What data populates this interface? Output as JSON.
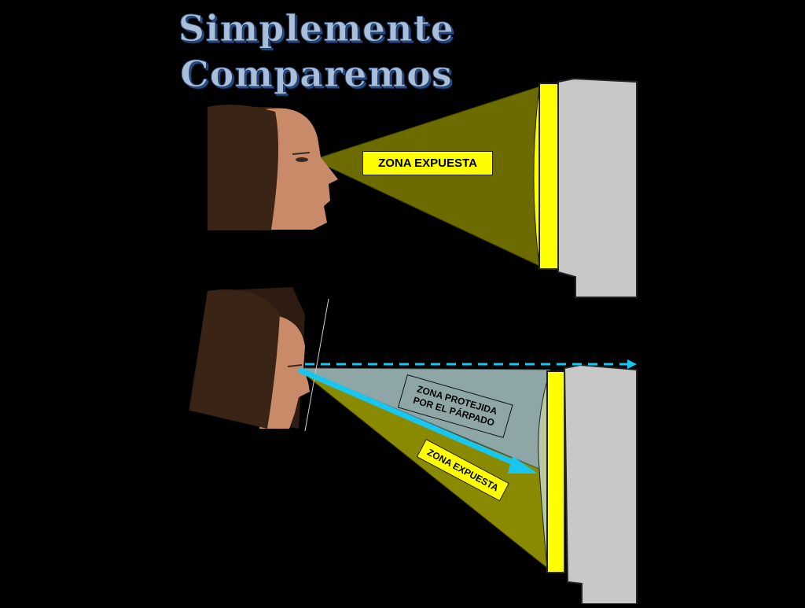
{
  "title": {
    "line1": "Simplemente",
    "line2": "Comparemos"
  },
  "labels": {
    "top_exposed": "ZONA EXPUESTA",
    "protected_zone": "ZONA PROTEJIDA POR EL PÁRPADO",
    "bottom_exposed": "ZONA EXPUESTA"
  },
  "colors": {
    "background": "#000000",
    "exposed_cone": "#6b6b00",
    "bottom_cone": "#8a8a00",
    "protected_cone": "#8fa6a6",
    "yellow_panel": "#ffff00",
    "wall": "#c8c8c8",
    "gaze_arrow": "#18c6f0",
    "title_fill": "#a9bfd9"
  },
  "icons": {
    "head_top": "woman-head-forward-icon",
    "head_bottom": "woman-head-downward-icon"
  }
}
